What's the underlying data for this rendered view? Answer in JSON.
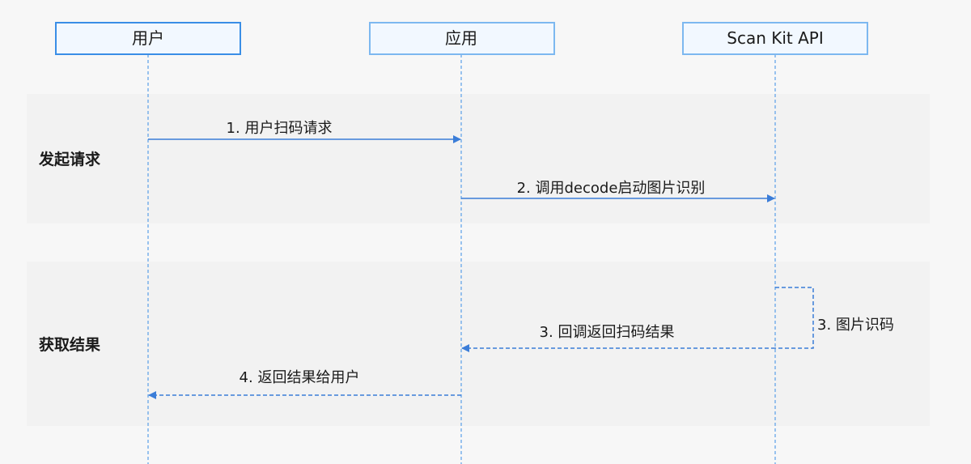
{
  "participants": [
    {
      "label": "用户"
    },
    {
      "label": "应用"
    },
    {
      "label": "Scan Kit API"
    }
  ],
  "groups": [
    {
      "label": "发起请求"
    },
    {
      "label": "获取结果"
    }
  ],
  "messages": [
    {
      "label": "1. 用户扫码请求",
      "style": "solid"
    },
    {
      "label": "2. 调用decode启动图片识别",
      "style": "solid"
    },
    {
      "label": "3. 图片识码",
      "style": "dashed-self"
    },
    {
      "label": "3. 回调返回扫码结果",
      "style": "dashed"
    },
    {
      "label": "4. 返回结果给用户",
      "style": "dashed"
    }
  ],
  "colors": {
    "line": "#3b7dd8",
    "lifeline": "#3a8ee6",
    "box_fill": "#f2f8ff",
    "group_fill": "#f2f2f2"
  }
}
